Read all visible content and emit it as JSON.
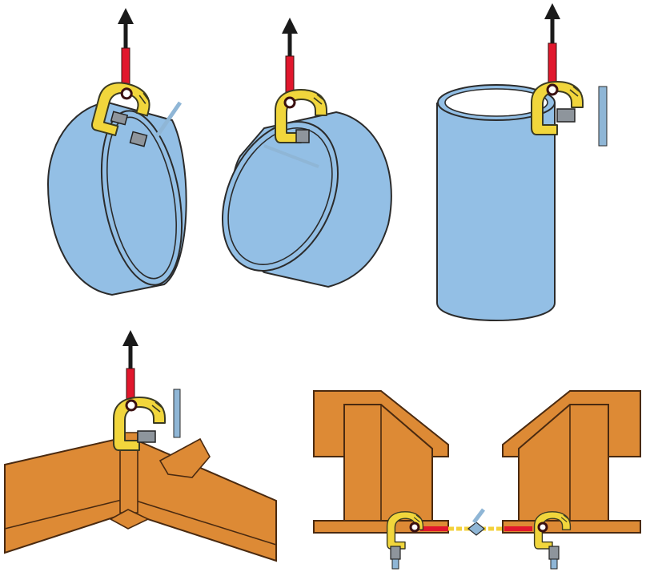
{
  "colors": {
    "background": "#ffffff",
    "pipe_fill": "#93bfe5",
    "pipe_stroke": "#2b2b2b",
    "clamp_yellow": "#f1d63c",
    "clamp_stroke": "#3a3a22",
    "lift_rod_red": "#e1172d",
    "arrow_black": "#1a1a1a",
    "steel_orange": "#dd8a35",
    "steel_stroke": "#4a2a10",
    "bolt_grey": "#8e959c",
    "handle_blue": "#8fb6d6",
    "chain_gold": "#f3d13a"
  },
  "illustrations": [
    {
      "name": "pipe-end-lift-tilted-left",
      "icon": "pipe-clamp-icon"
    },
    {
      "name": "pipe-end-lift-tilted-right",
      "icon": "pipe-clamp-icon"
    },
    {
      "name": "pipe-vertical-lift",
      "icon": "pipe-clamp-icon"
    },
    {
      "name": "plate-edge-lift",
      "icon": "plate-clamp-icon"
    },
    {
      "name": "beam-pair-chain-lift",
      "icon": "beam-clamp-icon"
    }
  ]
}
